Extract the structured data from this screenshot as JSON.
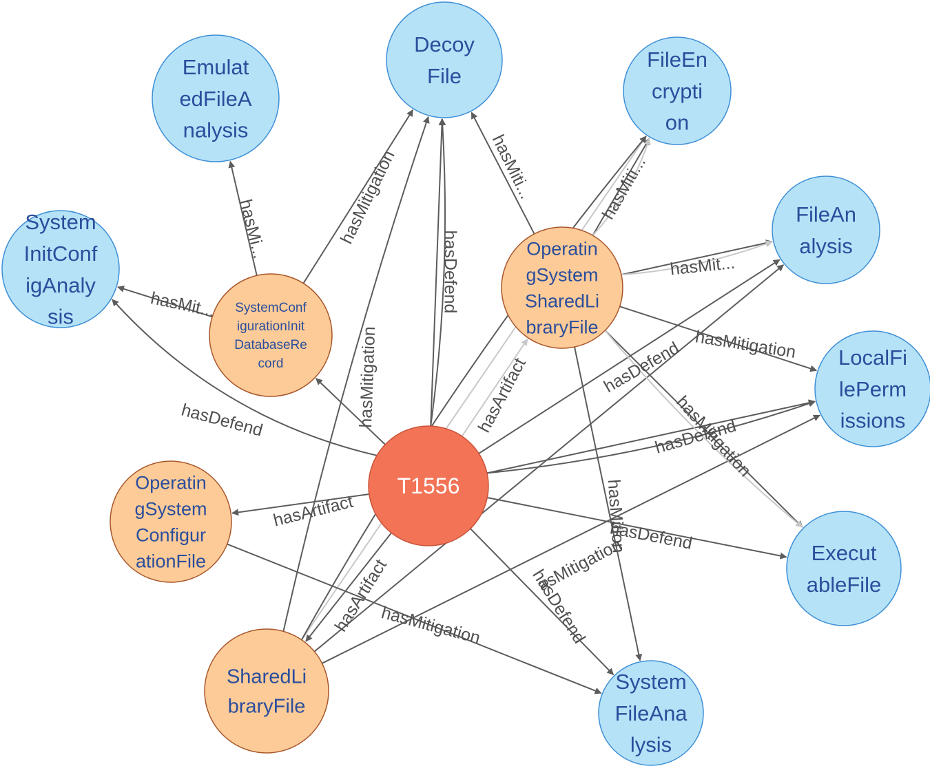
{
  "colors": {
    "center_fill": "#f27355",
    "center_stroke": "#c9533a",
    "artifact_fill": "#fdcb98",
    "artifact_stroke": "#a8562a",
    "defend_fill": "#b6e2f7",
    "defend_stroke": "#3d8fd6",
    "node_text_dark": "#2b4e9c",
    "node_text_light": "#ffffff",
    "edge_dark": "#5c5c5c",
    "edge_light": "#c8c8c8"
  },
  "nodes": [
    {
      "id": "t1556",
      "lines": [
        "T1556"
      ],
      "kind": "center"
    },
    {
      "id": "decoy-file",
      "lines": [
        "Decoy",
        "File"
      ],
      "kind": "defend"
    },
    {
      "id": "emulated-file-analysis",
      "lines": [
        "Emulat",
        "edFileA",
        "nalysis"
      ],
      "kind": "defend"
    },
    {
      "id": "system-init-config-analysis",
      "lines": [
        "System",
        "InitConf",
        "igAnaly",
        "sis"
      ],
      "kind": "defend"
    },
    {
      "id": "file-encryption",
      "lines": [
        "FileEn",
        "crypti",
        "on"
      ],
      "kind": "defend"
    },
    {
      "id": "file-analysis",
      "lines": [
        "FileAn",
        "alysis"
      ],
      "kind": "defend"
    },
    {
      "id": "local-file-permissions",
      "lines": [
        "LocalFi",
        "lePerm",
        "issions"
      ],
      "kind": "defend"
    },
    {
      "id": "executable-file",
      "lines": [
        "Execut",
        "ableFile"
      ],
      "kind": "defend"
    },
    {
      "id": "system-file-analysis",
      "lines": [
        "System",
        "FileAna",
        "lysis"
      ],
      "kind": "defend"
    },
    {
      "id": "system-configuration-init-database-record",
      "lines": [
        "SystemConf",
        "igurationInit",
        "DatabaseRe",
        "cord"
      ],
      "kind": "artifact"
    },
    {
      "id": "operating-system-shared-library-file",
      "lines": [
        "Operatin",
        "gSystem",
        "SharedLi",
        "braryFile"
      ],
      "kind": "artifact"
    },
    {
      "id": "operating-system-configuration-file",
      "lines": [
        "Operatin",
        "gSystem",
        "Configur",
        "ationFile"
      ],
      "kind": "artifact"
    },
    {
      "id": "shared-library-file",
      "lines": [
        "SharedLi",
        "braryFile"
      ],
      "kind": "artifact"
    }
  ],
  "edge_labels": [
    {
      "id": "t-decoy-hasdefend",
      "text": "hasDefend"
    },
    {
      "id": "t-ssli-hasartifact",
      "text": "hasArtifact"
    },
    {
      "id": "t-osc-hasartifact",
      "text": "hasArtifact"
    },
    {
      "id": "t-sl-hasartifact",
      "text": "hasArtifact"
    },
    {
      "id": "t-sifa-hasdefend",
      "text": "hasDefend"
    },
    {
      "id": "t-lfp-hasdefend",
      "text": "hasDefend"
    },
    {
      "id": "t-exe-hasdefend",
      "text": "hasDefend"
    },
    {
      "id": "t-sfa-hasdefend",
      "text": "hasDefend"
    },
    {
      "id": "t-fa-hasdefend",
      "text": "hasDefend"
    },
    {
      "id": "scdr-decoy-hasmitigation",
      "text": "hasMitigation"
    },
    {
      "id": "scdr-emulated-hasmi",
      "text": "hasMi..."
    },
    {
      "id": "scdr-sifa-hasmit",
      "text": "hasMit..."
    },
    {
      "id": "sl-decoy-hasmitigation",
      "text": "hasMitigation"
    },
    {
      "id": "sl-lfp-hasmitigation",
      "text": "asMitigation"
    },
    {
      "id": "osc-sfa-hasmitigation",
      "text": "hasMitigation"
    },
    {
      "id": "ossl-decoy-hasmiti",
      "text": "hasMiti..."
    },
    {
      "id": "ossl-fe-hasmiti",
      "text": "hasMiti..."
    },
    {
      "id": "ossl-fa-hasmit",
      "text": "hasMit..."
    },
    {
      "id": "ossl-lfp-hasmitigation",
      "text": "hasMitigation"
    },
    {
      "id": "ossl-exe-hasmitigation",
      "text": "hasMitigation"
    },
    {
      "id": "ossl-sfa-hasmition",
      "text": "hasMition"
    }
  ]
}
